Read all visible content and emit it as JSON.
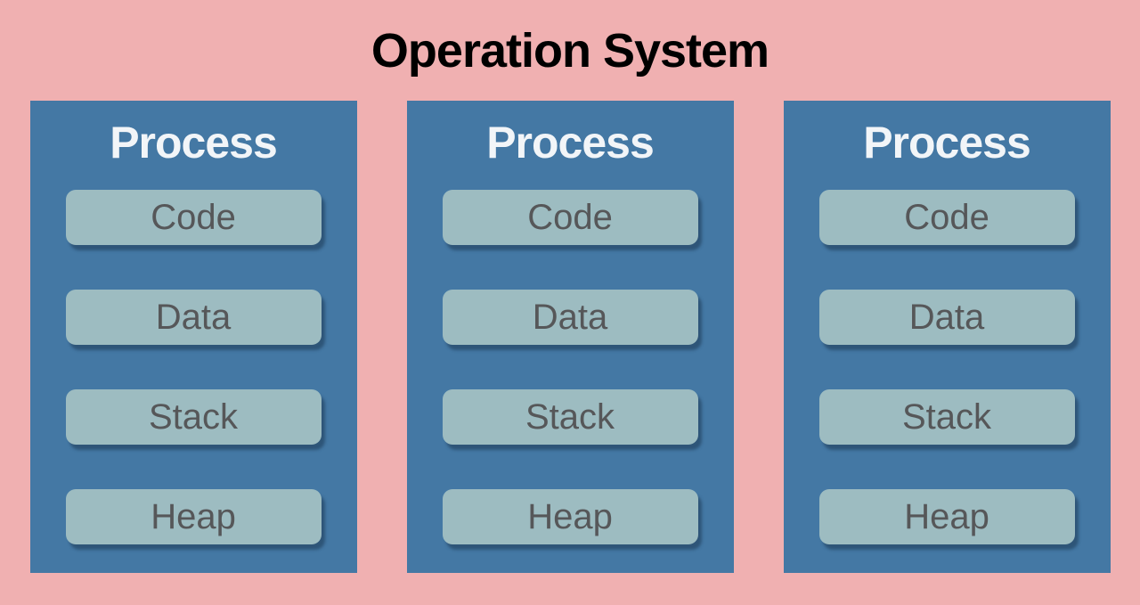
{
  "title": "Operation System",
  "processes": [
    {
      "title": "Process",
      "segments": [
        "Code",
        "Data",
        "Stack",
        "Heap"
      ]
    },
    {
      "title": "Process",
      "segments": [
        "Code",
        "Data",
        "Stack",
        "Heap"
      ]
    },
    {
      "title": "Process",
      "segments": [
        "Code",
        "Data",
        "Stack",
        "Heap"
      ]
    }
  ],
  "colors": {
    "background": "#F0B0B1",
    "process_box": "#4478A4",
    "process_title_text": "#F2F5F8",
    "segment_fill": "#9DBCC1",
    "segment_text": "#565759",
    "segment_shadow": "#2E5578",
    "os_title_text": "#000000"
  }
}
